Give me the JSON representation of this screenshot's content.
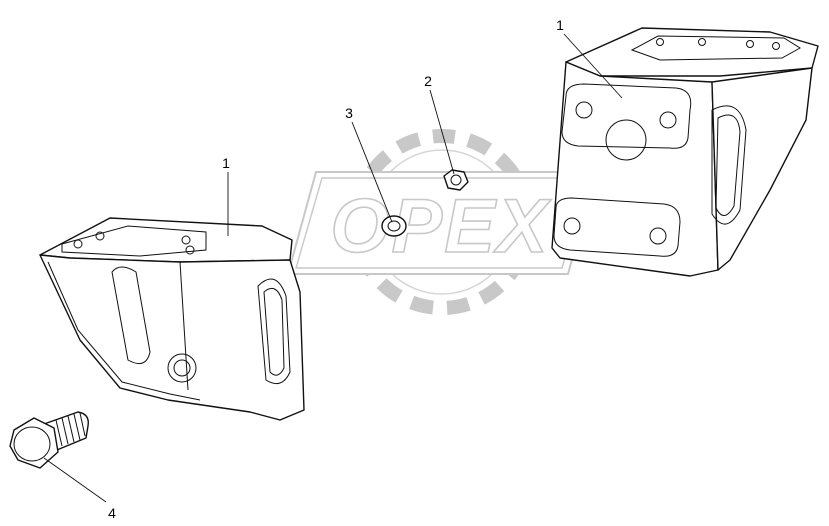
{
  "callouts": {
    "bracket_left": "1",
    "bracket_right": "1",
    "nut": "2",
    "washer": "3",
    "bolt": "4"
  },
  "watermark": {
    "text": "OPEX",
    "color": "#c8c8c8"
  },
  "colors": {
    "line": "#111111",
    "background": "#ffffff"
  }
}
